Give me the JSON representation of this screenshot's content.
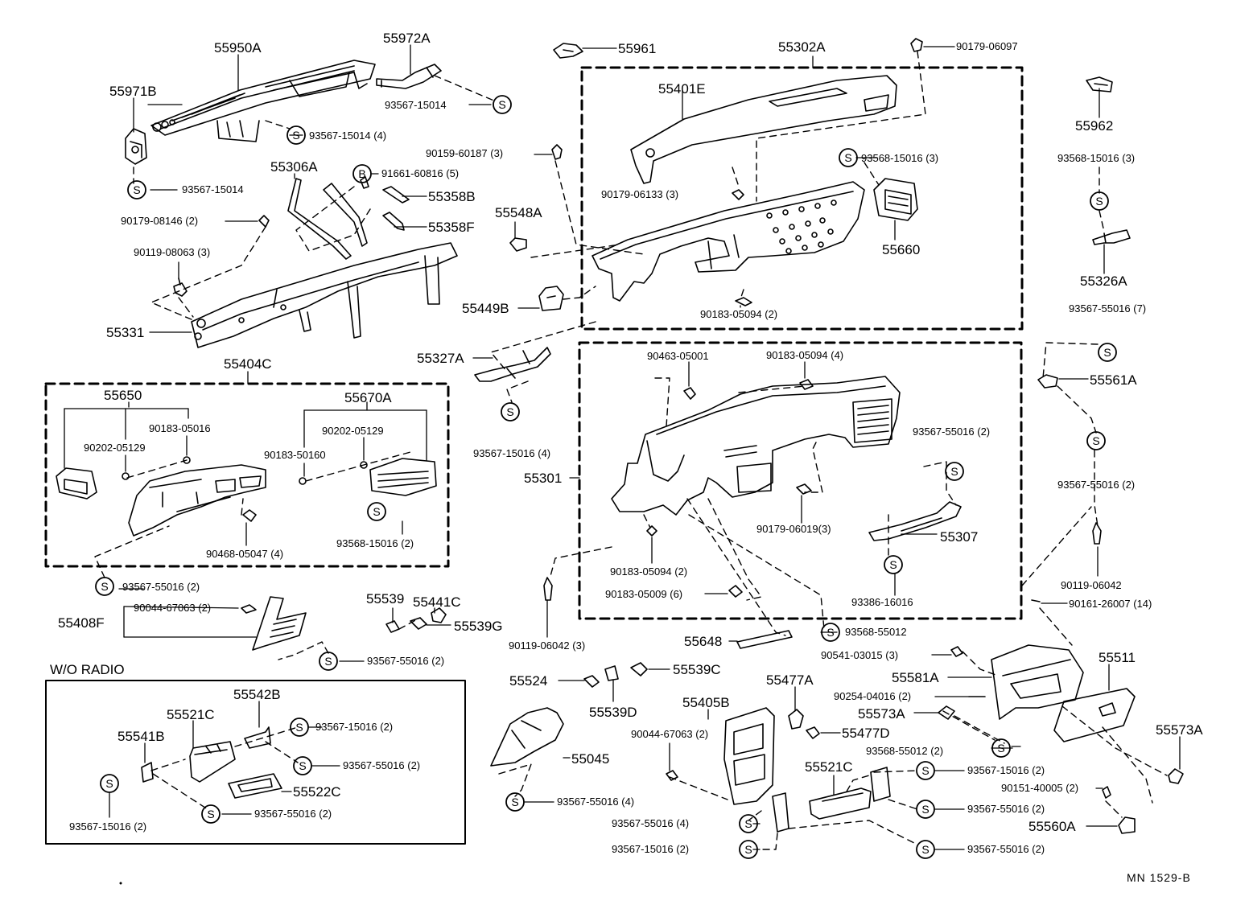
{
  "diagram": {
    "sheet_code": "MN 1529-B",
    "section_wo_radio": "W/O RADIO",
    "parts": [
      "55950A",
      "55972A",
      "55961",
      "55302A",
      "90179-06097",
      "55971B",
      "93567-15014",
      "93567-15014 (4)",
      "55401E",
      "55962",
      "90159-60187 (3)",
      "93568-15016 (3)",
      "93568-15016 (3)",
      "55306A",
      "91661-60816 (5)",
      "55358B",
      "90179-06133 (3)",
      "93567-15014",
      "55358F",
      "55548A",
      "90179-08146 (2)",
      "55660",
      "90119-08063 (3)",
      "55326A",
      "55449B",
      "90183-05094 (2)",
      "93567-55016 (7)",
      "55331",
      "55327A",
      "90463-05001",
      "90183-05094 (4)",
      "55561A",
      "55404C",
      "55650",
      "55670A",
      "90183-05016",
      "90202-05129",
      "90202-05129",
      "90183-50160",
      "93567-55016 (2)",
      "93567-15016 (4)",
      "55301",
      "93567-55016 (2)",
      "90179-06019(3)",
      "55307",
      "90468-05047 (4)",
      "93568-15016 (2)",
      "93567-55016 (2)",
      "90183-05094 (2)",
      "93386-16016",
      "90119-06042",
      "55441C",
      "55539",
      "90183-05009 (6)",
      "90161-26007 (14)",
      "90044-67063 (2)",
      "55408F",
      "55539G",
      "93568-55012",
      "55648",
      "90119-06042 (3)",
      "93567-55016 (2)",
      "90541-03015 (3)",
      "55511",
      "55539C",
      "55581A",
      "55524",
      "55477A",
      "90254-04016 (2)",
      "55542B",
      "55405B",
      "55539D",
      "55573A",
      "55477D",
      "55521C",
      "93567-15016 (2)",
      "55573A",
      "93568-55012 (2)",
      "55541B",
      "55045",
      "90044-67063 (2)",
      "93567-55016 (2)",
      "55521C",
      "93567-15016 (2)",
      "55522C",
      "90151-40005 (2)",
      "93567-55016 (2)",
      "93567-55016 (4)",
      "93567-55016 (2)",
      "55560A",
      "93567-15016 (2)",
      "93567-55016 (4)",
      "93567-15016 (2)",
      "93567-55016 (2)"
    ],
    "bolt_markers": [
      "S",
      "B"
    ]
  }
}
